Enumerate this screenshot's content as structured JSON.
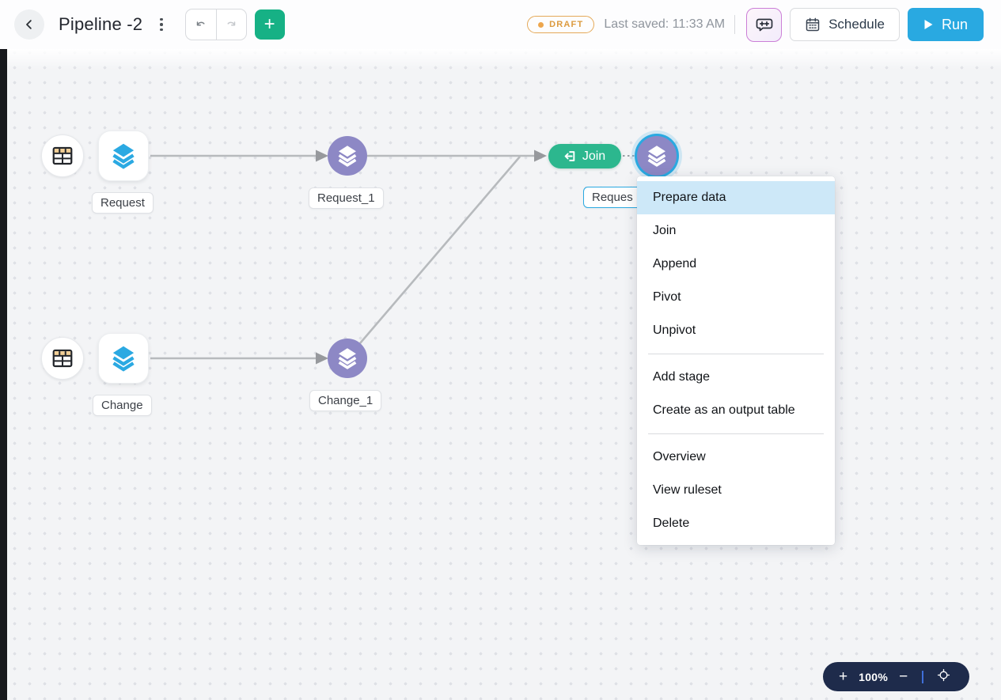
{
  "header": {
    "title": "Pipeline -2",
    "status_badge": "DRAFT",
    "last_saved": "Last saved: 11:33 AM",
    "schedule_label": "Schedule",
    "run_label": "Run",
    "plus_label": "+"
  },
  "canvas": {
    "labels": {
      "request": "Request",
      "request_1": "Request_1",
      "change": "Change",
      "change_1": "Change_1",
      "selected_truncated": "Reques",
      "join": "Join"
    },
    "icons": {
      "source": "table-icon",
      "stage": "layers-icon"
    }
  },
  "context_menu": {
    "items": [
      {
        "label": "Prepare data",
        "highlighted": true
      },
      {
        "label": "Join",
        "highlighted": false
      },
      {
        "label": "Append",
        "highlighted": false
      },
      {
        "label": "Pivot",
        "highlighted": false
      },
      {
        "label": "Unpivot",
        "highlighted": false
      },
      {
        "label": "Add stage",
        "highlighted": false
      },
      {
        "label": "Create as an output table",
        "highlighted": false
      },
      {
        "label": "Overview",
        "highlighted": false
      },
      {
        "label": "View ruleset",
        "highlighted": false
      },
      {
        "label": "Delete",
        "highlighted": false
      }
    ]
  },
  "zoom_toolbar": {
    "plus": "+",
    "level": "100%",
    "minus": "−"
  },
  "colors": {
    "accent_green": "#16b185",
    "join_green": "#2cb78e",
    "run_blue": "#29a9e1",
    "selection_blue": "#2aa9e1",
    "node_purple": "#8d88c5",
    "draft_orange": "#dc9a3e",
    "chat_purple": "#cb7fd7",
    "zoom_bar_navy": "#1e2b4b",
    "canvas_bg": "#f3f4f6"
  }
}
